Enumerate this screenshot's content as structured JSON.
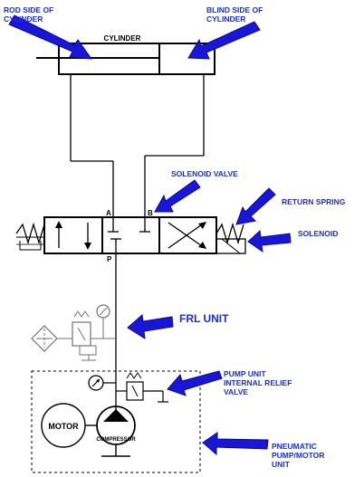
{
  "labels": {
    "rod_side": [
      "ROD SIDE OF",
      "CYLINDER"
    ],
    "blind_side": [
      "BLIND SIDE OF",
      "CYLINDER"
    ],
    "cylinder": "CYLINDER",
    "solenoid_valve": "SOLENOID VALVE",
    "return_spring": "RETURN SPRING",
    "solenoid": "SOLENOID",
    "frl_unit": "FRL UNIT",
    "pump_unit": [
      "PUMP UNIT",
      "INTERNAL RELIEF",
      "VALVE"
    ],
    "pneumatic": [
      "PNEUMATIC",
      "PUMP/MOTOR",
      "UNIT"
    ],
    "motor": "MOTOR",
    "compressor": "COMPRESSOR",
    "port_a": "A",
    "port_b": "B",
    "port_p": "P"
  },
  "colors": {
    "label_blue": "#1a2fd6",
    "arrow_blue": "#1a16d8",
    "line": "#000000"
  }
}
